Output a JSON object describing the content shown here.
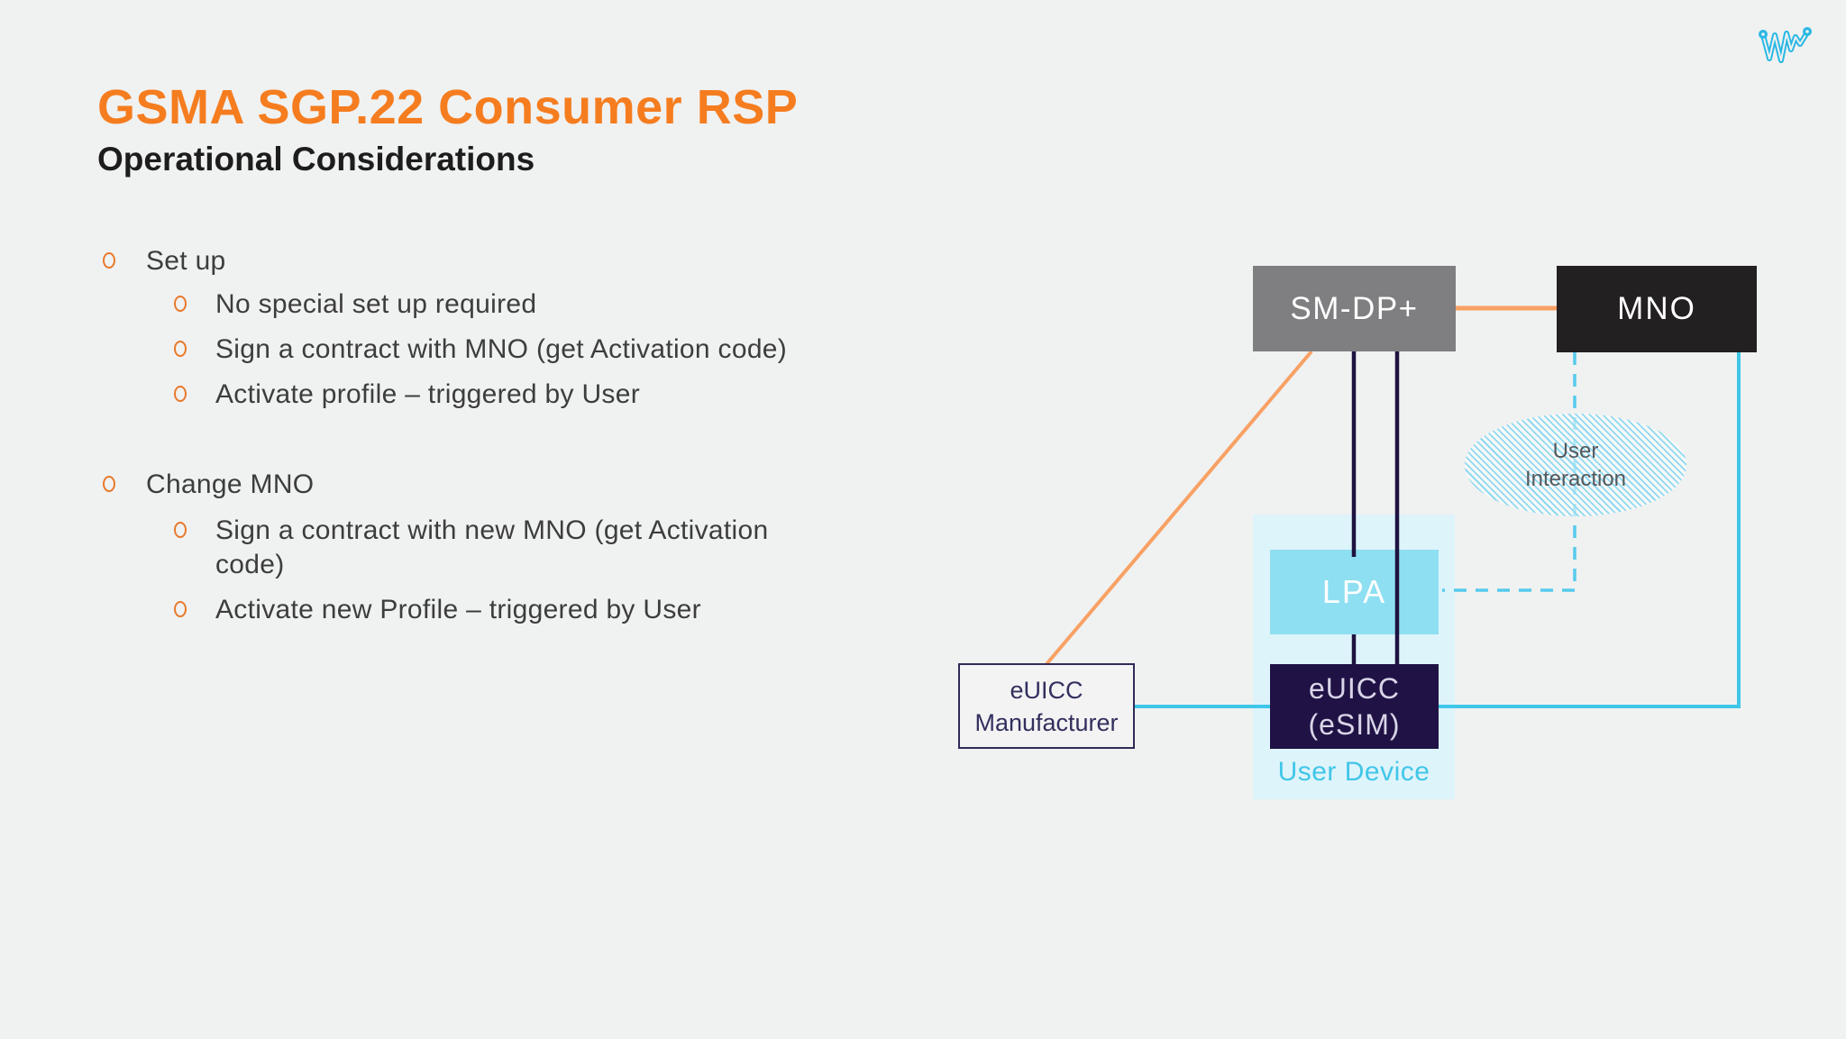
{
  "slide": {
    "title": "GSMA SGP.22 Consumer RSP",
    "subtitle": "Operational Considerations"
  },
  "bullets": {
    "groups": [
      {
        "label": "Set up",
        "items": [
          "No special set up required",
          "Sign a contract with MNO (get Activation code)",
          "Activate profile – triggered by User"
        ]
      },
      {
        "label": "Change MNO",
        "items": [
          "Sign a contract with new MNO (get Activation\ncode)",
          "Activate new Profile – triggered by User"
        ]
      }
    ]
  },
  "diagram": {
    "nodes": {
      "smdp": "SM-DP+",
      "mno": "MNO",
      "user_interaction": "User\nInteraction",
      "lpa": "LPA",
      "euicc": "eUICC\n(eSIM)",
      "user_device": "User Device",
      "euicc_manufacturer": "eUICC\nManufacturer"
    },
    "edges": [
      {
        "from": "SM-DP+",
        "to": "MNO",
        "style": "orange solid"
      },
      {
        "from": "SM-DP+",
        "to": "eUICC Manufacturer",
        "style": "orange solid diagonal"
      },
      {
        "from": "SM-DP+",
        "to": "LPA",
        "style": "dark solid"
      },
      {
        "from": "SM-DP+",
        "to": "eUICC (eSIM)",
        "style": "dark solid"
      },
      {
        "from": "LPA",
        "to": "eUICC (eSIM)",
        "style": "dark solid"
      },
      {
        "from": "MNO",
        "to": "LPA",
        "via": "User Interaction",
        "style": "cyan dashed"
      },
      {
        "from": "MNO",
        "to": "eUICC Manufacturer",
        "via": "eUICC (eSIM)",
        "style": "cyan solid"
      }
    ]
  },
  "colors": {
    "background": "#f0f1f1",
    "accent_orange": "#f57d1f",
    "bullet_ring": "#e8792b",
    "body_text": "#3d3d3d",
    "smdp_fill": "#7f7f81",
    "mno_fill": "#232021",
    "navy": "#1e1340",
    "cyan_solid": "#3fc6e8",
    "cyan_dashed": "#56cbec",
    "lpa_fill": "#8edff1",
    "user_device_fill": "#def4fb",
    "connector_orange": "#f8a164",
    "logo_cyan": "#29b8e4"
  }
}
